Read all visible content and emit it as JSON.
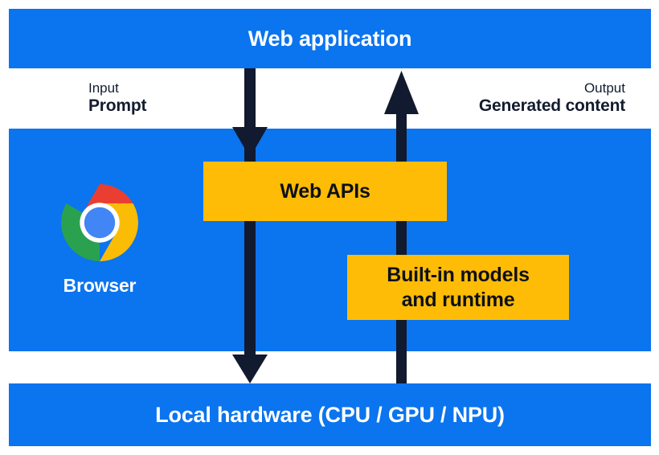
{
  "diagram": {
    "bands": {
      "top": {
        "title": "Web application"
      },
      "middle": {
        "browser_label": "Browser",
        "icon": "chrome-logo-icon"
      },
      "bottom": {
        "title": "Local hardware (CPU / GPU / NPU)"
      }
    },
    "io": {
      "input": {
        "caption": "Input",
        "value": "Prompt"
      },
      "output": {
        "caption": "Output",
        "value": "Generated content"
      }
    },
    "boxes": [
      {
        "id": "web-apis",
        "label": "Web APIs"
      },
      {
        "id": "built-in-models",
        "label_line1": "Built-in models",
        "label_line2": "and runtime"
      }
    ],
    "arrows": [
      {
        "name": "input-arrow-down",
        "direction": "down",
        "from": "Web application",
        "to": "Local hardware"
      },
      {
        "name": "output-arrow-up",
        "direction": "up",
        "from": "Local hardware",
        "to": "Web application"
      }
    ],
    "colors": {
      "band_blue": "#0b74ef",
      "box_yellow": "#ffbc06",
      "arrow_navy": "#111a2e",
      "text_dark": "#131c2f",
      "text_light": "#ffffff",
      "chrome_red": "#ea3e30",
      "chrome_yellow": "#fbbc05",
      "chrome_green": "#2aa14f",
      "chrome_blue": "#4285f4",
      "page_background": "#ffffff"
    }
  }
}
